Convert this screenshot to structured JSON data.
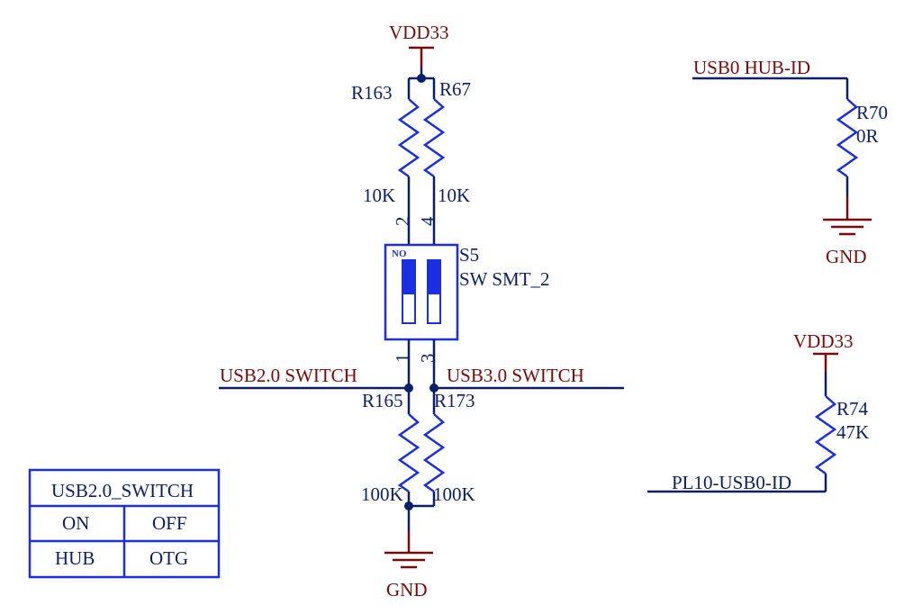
{
  "nets": {
    "vdd_top": "VDD33",
    "gnd_bottom": "GND",
    "usb2_switch": "USB2.0  SWITCH",
    "usb3_switch": "USB3.0  SWITCH",
    "usb0_hub_id": "USB0  HUB-ID",
    "gnd_right": "GND",
    "vdd_right": "VDD33",
    "pl10_usb0_id": "PL10-USB0-ID"
  },
  "components": {
    "r163": {
      "ref": "R163",
      "value": "10K"
    },
    "r67": {
      "ref": "R67",
      "value": "10K"
    },
    "r165": {
      "ref": "R165",
      "value": "100K"
    },
    "r173": {
      "ref": "R173",
      "value": "100K"
    },
    "r70": {
      "ref": "R70",
      "value": "0R"
    },
    "r74": {
      "ref": "R74",
      "value": "47K"
    },
    "s5": {
      "ref": "S5",
      "value": "SW SMT_2",
      "marker": "NO"
    }
  },
  "pins": {
    "p1": "1",
    "p2": "2",
    "p3": "3",
    "p4": "4"
  },
  "table": {
    "title": "USB2.0_SWITCH",
    "rows": [
      [
        "ON",
        "OFF"
      ],
      [
        "HUB",
        "OTG"
      ]
    ]
  },
  "colors": {
    "net": "#7a0a0a",
    "wire": "#0b1f66",
    "component": "#1a2fe0"
  }
}
